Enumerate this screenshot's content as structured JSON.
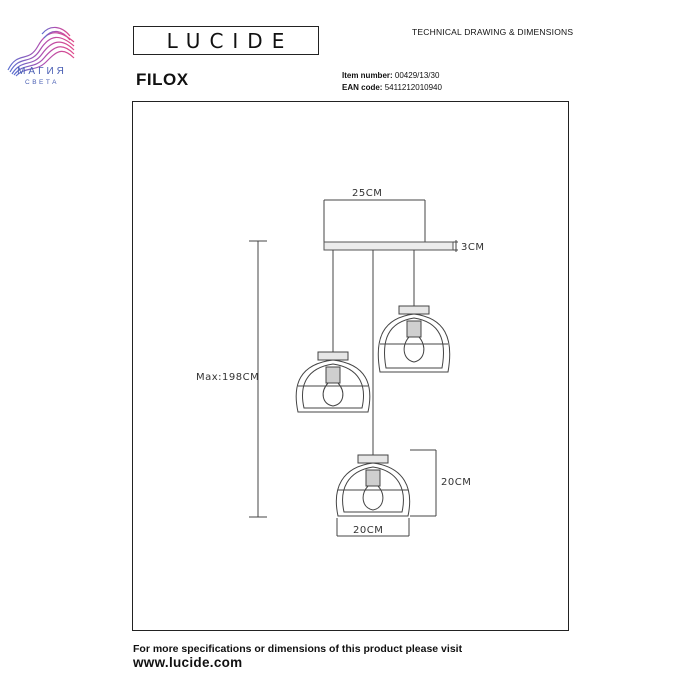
{
  "brand": {
    "name": "МАГИЯ",
    "sub": "СВЕТА",
    "logo_text": "LUCIDE"
  },
  "header": {
    "title": "TECHNICAL DRAWING & DIMENSIONS"
  },
  "product": {
    "name": "FILOX",
    "item_label": "Item number:",
    "item_value": "00429/13/30",
    "ean_label": "EAN code:",
    "ean_value": "5411212010940"
  },
  "dimensions": {
    "canopy_width": "25CM",
    "canopy_height": "3CM",
    "max_height": "Max:198CM",
    "shade_height": "20CM",
    "shade_width": "20CM"
  },
  "footer": {
    "line1": "For more specifications or dimensions of this product please visit",
    "line2": "www.lucide.com"
  }
}
